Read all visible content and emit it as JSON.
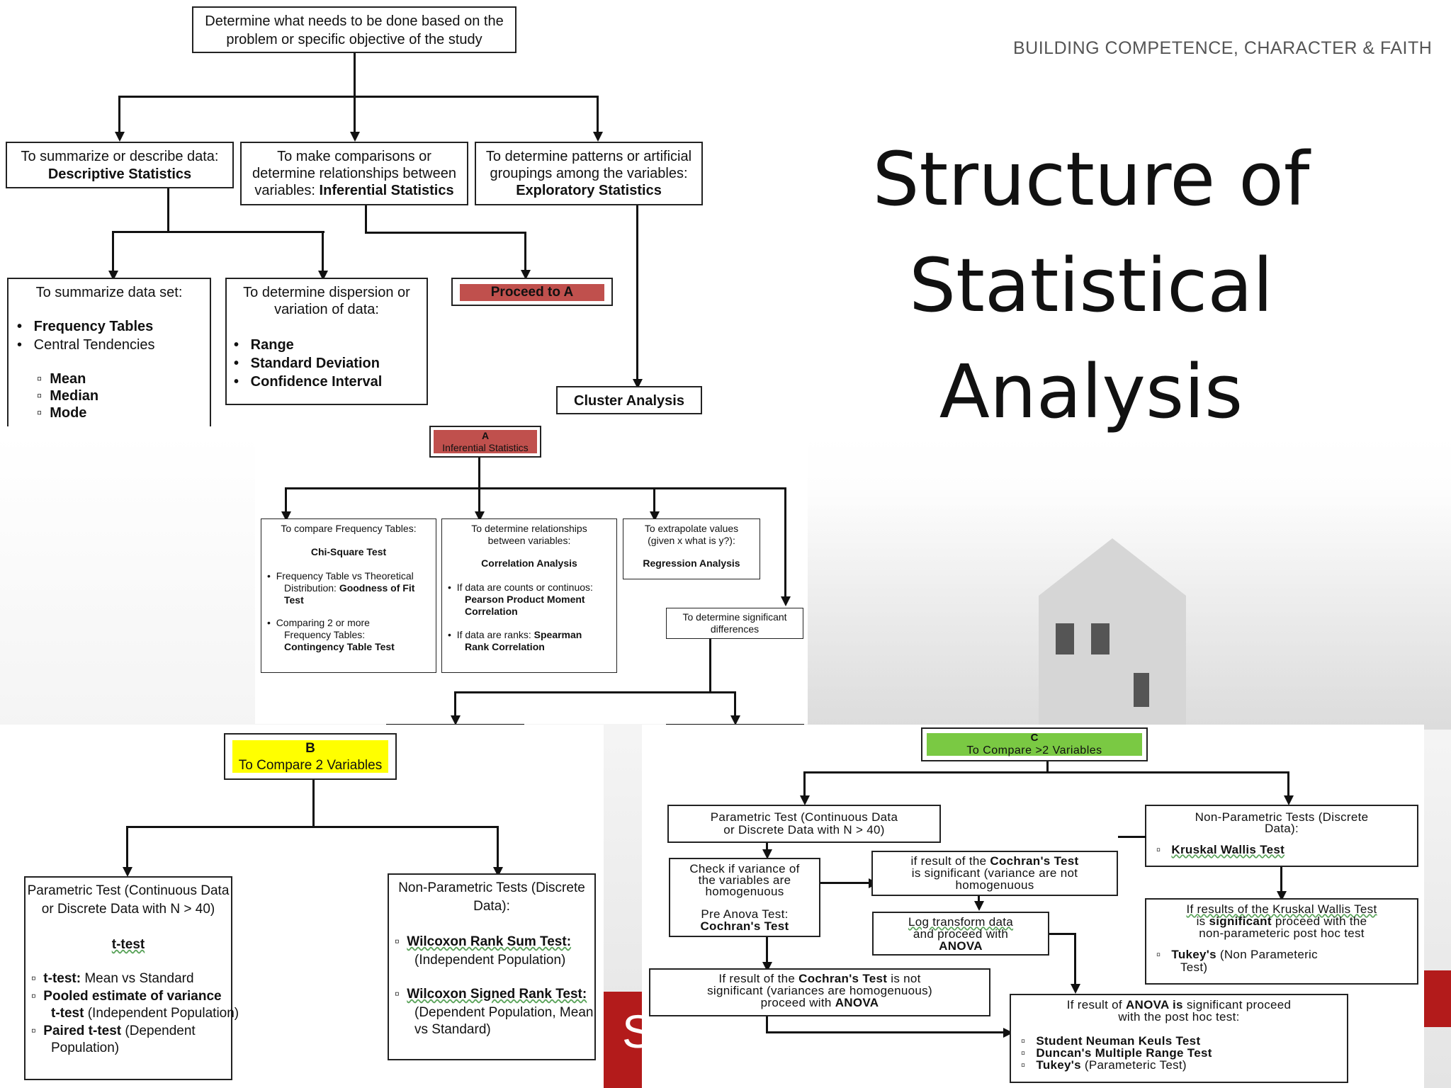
{
  "header": {
    "motto": "BUILDING COMPETENCE, CHARACTER & FAITH"
  },
  "title": {
    "line1": "Structure of",
    "line2": "Statistical",
    "line3": "Analysis"
  },
  "footer_fragment": "S",
  "top": {
    "root": "Determine what needs to be done based on the problem or specific objective of the study",
    "descriptive": {
      "line1": "To summarize or describe data:",
      "line2": "Descriptive Statistics"
    },
    "inferential": {
      "line1": "To make comparisons or",
      "line2": "determine relationships between",
      "line3a": "variables: ",
      "line3b": "Inferential Statistics"
    },
    "exploratory": {
      "line1": "To determine patterns or artificial",
      "line2": "groupings among the variables:",
      "line3": "Exploratory Statistics"
    },
    "summarize": {
      "title": "To summarize data set:",
      "b1": "Frequency Tables",
      "b2": "Central Tendencies",
      "s1": "Mean",
      "s2": "Median",
      "s3": "Mode"
    },
    "dispersion": {
      "line1": "To determine dispersion or",
      "line2": "variation of data:",
      "b1": "Range",
      "b2": "Standard Deviation",
      "b3": "Confidence Interval"
    },
    "proceed": "Proceed to A",
    "cluster": "Cluster Analysis"
  },
  "middle": {
    "a_box": {
      "letter": "A",
      "label": "Inferential Statistics"
    },
    "freq": {
      "title": "To compare Frequency Tables:",
      "test": "Chi-Square Test",
      "b1a": "Frequency Table vs Theoretical",
      "b1b": "Distribution: ",
      "b1c": "Goodness of Fit",
      "b1d": "Test",
      "b2a": "Comparing 2 or more",
      "b2b": "Frequency Tables:",
      "b2c": "Contingency Table Test"
    },
    "corr": {
      "title1": "To determine relationships",
      "title2": "between variables:",
      "test": "Correlation Analysis",
      "b1a": "If data are counts or continuos:",
      "b1b": "Pearson Product Moment",
      "b1c": "Correlation",
      "b2a": "If data are ranks: ",
      "b2b": "Spearman",
      "b2c": "Rank Correlation"
    },
    "extrap": {
      "line1": "To extrapolate values",
      "line2": "(given x what is y?):",
      "test": "Regression Analysis"
    },
    "signif": {
      "line1": "To determine significant",
      "line2": "differences"
    }
  },
  "b_section": {
    "b_box": {
      "letter": "B",
      "label": "To Compare 2 Variables"
    },
    "param": {
      "line1": "Parametric Test (Continuous Data",
      "line2": "or Discrete Data with N > 40)",
      "test": "t-test",
      "i1a": "t-test:",
      "i1b": " Mean vs Standard",
      "i2a": "Pooled estimate of variance",
      "i3a": "t-test",
      "i3b": " (Independent Population)",
      "i4a": "Paired t-test",
      "i4b": " (Dependent",
      "i5": "Population)"
    },
    "nonparam": {
      "line1": "Non-Parametric Tests (Discrete",
      "line2": "Data):",
      "i1a": "Wilcoxon Rank Sum Test:",
      "i1b": "(Independent Population)",
      "i2a": "Wilcoxon Signed Rank Test:",
      "i2b": "(Dependent Population, Mean",
      "i2c": "vs Standard)"
    }
  },
  "c_section": {
    "c_box": {
      "letter": "C",
      "label": "To Compare >2 Variables"
    },
    "param": {
      "line1": "Parametric Test (Continuous Data",
      "line2": "or Discrete Data with N > 40)"
    },
    "nonparam": {
      "line1": "Non-Parametric Tests (Discrete",
      "line2": "Data):",
      "item": "Kruskal Wallis Test"
    },
    "check": {
      "line1": "Check if variance of",
      "line2": "the variables are",
      "line3": "homogenuous",
      "line4": "Pre Anova Test:",
      "line5": "Cochran's Test"
    },
    "cochran_sig": {
      "line1a": "if result of the ",
      "line1b": "Cochran's Test",
      "line2": "is significant (variance are  not",
      "line3": "homogenuous"
    },
    "log": {
      "line1": "Log transform data",
      "line2": "and proceed with",
      "line3": "ANOVA"
    },
    "kruskal_sig": {
      "line1": "If results of the Kruskal Wallis Test",
      "line2a": "is ",
      "line2b": "significant",
      "line2c": " proceed with the",
      "line3": "non-parameteric post hoc test",
      "item_a": "Tukey's",
      "item_b": " (Non Parameteric",
      "item_c": "Test)"
    },
    "cochran_not": {
      "line1a": "If result of the ",
      "line1b": "Cochran's Test",
      "line1c": " is not",
      "line2": "significant (variances are homogenuous)",
      "line3a": "proceed with ",
      "line3b": "ANOVA"
    },
    "anova_sig": {
      "line1a": "If result of ",
      "line1b": "ANOVA is",
      "line1c": " significant proceed",
      "line2": "with the post hoc test:",
      "i1": "Student Neuman Keuls Test",
      "i2": "Duncan's Multiple Range Test",
      "i3a": "Tukey's",
      "i3b": " (Parameteric Test)"
    }
  },
  "colors": {
    "proceed_red": "#c0504d",
    "a_red": "#c0504d",
    "b_yellow": "#ffff00",
    "c_green": "#7ac943",
    "footer_red": "#b31b1b"
  }
}
